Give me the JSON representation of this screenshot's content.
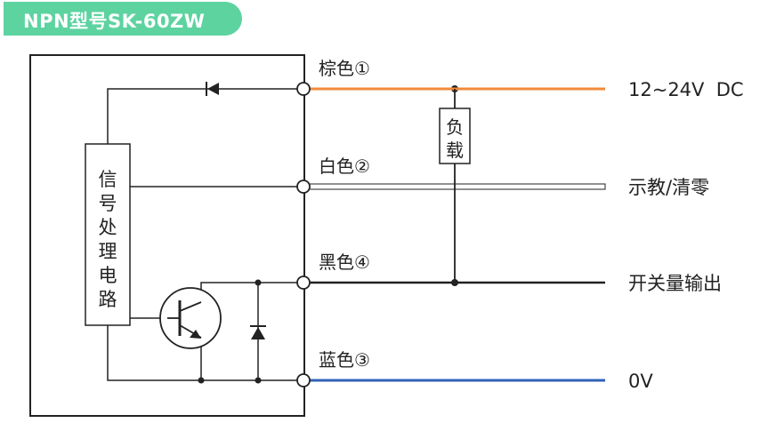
{
  "header": {
    "title": "NPN型号SK-60ZW"
  },
  "circuit_block": {
    "label_chars": [
      "信",
      "号",
      "处",
      "理",
      "电",
      "路"
    ]
  },
  "load": {
    "label_chars": [
      "负",
      "载"
    ]
  },
  "wires": [
    {
      "id": "brown",
      "label": "棕色①",
      "function": "12~24V  DC",
      "color": "#f08a3a"
    },
    {
      "id": "white",
      "label": "白色②",
      "function": "示教/清零",
      "color": "#ffffff"
    },
    {
      "id": "black",
      "label": "黑色④",
      "function": "开关量输出",
      "color": "#222222"
    },
    {
      "id": "blue",
      "label": "蓝色③",
      "function": "0V",
      "color": "#2f62b8"
    }
  ]
}
